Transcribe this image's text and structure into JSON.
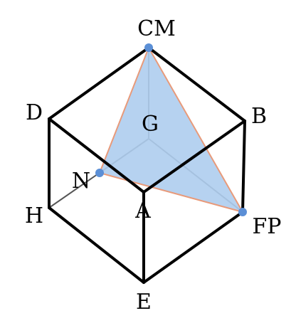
{
  "colors": {
    "cube_edge": "#000000",
    "hidden_edge": "#555555",
    "face_fill": "#aecdee",
    "face_stroke": "#e89a7a",
    "point": "#5b8fd6"
  },
  "labels": {
    "cm": "CM",
    "d": "D",
    "b": "B",
    "g": "G",
    "n": "N",
    "h": "H",
    "a": "A",
    "fp": "FP",
    "e": "E"
  }
}
